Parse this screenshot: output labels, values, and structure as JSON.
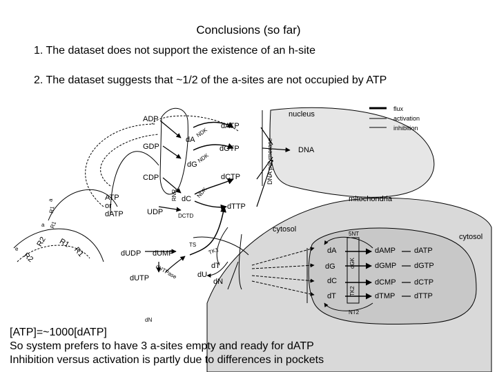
{
  "title": "Conclusions (so far)",
  "points": [
    "1.  The dataset does not support the existence of an h-site",
    "2.  The dataset suggests that ~1/2 of the a-sites are not occupied by ATP"
  ],
  "legend": {
    "flux": "flux",
    "activation": "activation",
    "inhibition": "inhibition"
  },
  "diagram": {
    "compartments": {
      "nucleus": "nucleus",
      "mitochondria": "mitochondria",
      "cytosol_inner": "cytosol",
      "cytosol_outer": "cytosol"
    },
    "enzymes": {
      "dna_polymerase": "DNA polymerase",
      "rnr": "RNR",
      "ndk1": "NDK",
      "ndk2": "NDK",
      "ndk3": "NDK",
      "dctd": "DCTD",
      "ts": "TS",
      "tk1": "TK1",
      "dutpase": "dUTPase",
      "fivent": "5NT",
      "dgk": "dGK",
      "tk2": "TK2",
      "nt2": "NT2"
    },
    "metabolites": {
      "adp": "ADP",
      "gdp": "GDP",
      "cdp": "CDP",
      "udp": "UDP",
      "atp_datp": "ATP\nor\ndATP",
      "da": "dA",
      "dg": "dG",
      "dc": "dC",
      "datp": "dATP",
      "dgtp": "dGTP",
      "dctp": "dCTP",
      "dttp": "dTTP",
      "dna": "DNA",
      "dudp": "dUDP",
      "dump": "dUMP",
      "dutp": "dUTP",
      "dt": "dT",
      "du": "dU",
      "dn": "dN",
      "dn2": "dN",
      "m_da": "dA",
      "m_dg": "dG",
      "m_dc": "dC",
      "m_dt": "dT",
      "m_damp": "dAMP",
      "m_dgmp": "dGMP",
      "m_dcmp": "dCMP",
      "m_dtmp": "dTMP",
      "m_datp": "dATP",
      "m_dgtp": "dGTP",
      "m_dctp": "dCTP",
      "m_dttp": "dTTP"
    },
    "r1_labels": [
      "R1",
      "a",
      "a",
      "R1",
      "R1",
      "R1",
      "e"
    ],
    "r2_labels": [
      "R2",
      "R2"
    ]
  },
  "bottom_lines": [
    "[ATP]=~1000[dATP]",
    "So system prefers to have 3 a-sites empty and ready for dATP",
    "Inhibition versus activation is partly due to differences in pockets"
  ]
}
